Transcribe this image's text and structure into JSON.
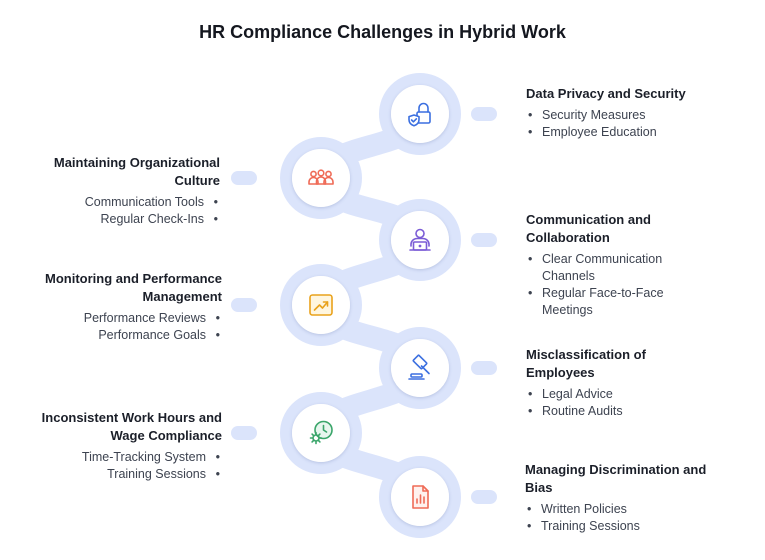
{
  "title": "HR Compliance Challenges in Hybrid Work",
  "colors": {
    "chain": "#dbe4fb",
    "icon_blue": "#3b6fe0",
    "icon_red": "#ef6b57",
    "icon_purple": "#7b5cd6",
    "icon_yellow": "#e9a21b",
    "icon_green": "#3aa56a"
  },
  "items": [
    {
      "title": "Data Privacy and Security",
      "bullets": [
        "Security Measures",
        "Employee Education"
      ],
      "icon": "lock-shield-icon"
    },
    {
      "title": "Maintaining Organizational Culture",
      "bullets": [
        "Communication Tools",
        "Regular Check-Ins"
      ],
      "icon": "team-icon"
    },
    {
      "title": "Communication and Collaboration",
      "bullets": [
        "Clear Communication Channels",
        "Regular Face-to-Face Meetings"
      ],
      "icon": "person-laptop-icon"
    },
    {
      "title": "Monitoring and Performance Management",
      "bullets": [
        "Performance Reviews",
        "Performance Goals"
      ],
      "icon": "trend-chart-icon"
    },
    {
      "title": "Misclassification of Employees",
      "bullets": [
        "Legal Advice",
        "Routine Audits"
      ],
      "icon": "gavel-icon"
    },
    {
      "title": "Inconsistent Work Hours and Wage Compliance",
      "bullets": [
        "Time-Tracking System",
        "Training Sessions"
      ],
      "icon": "clock-gear-icon"
    },
    {
      "title": "Managing Discrimination and Bias",
      "bullets": [
        "Written Policies",
        "Training Sessions"
      ],
      "icon": "report-document-icon"
    }
  ]
}
